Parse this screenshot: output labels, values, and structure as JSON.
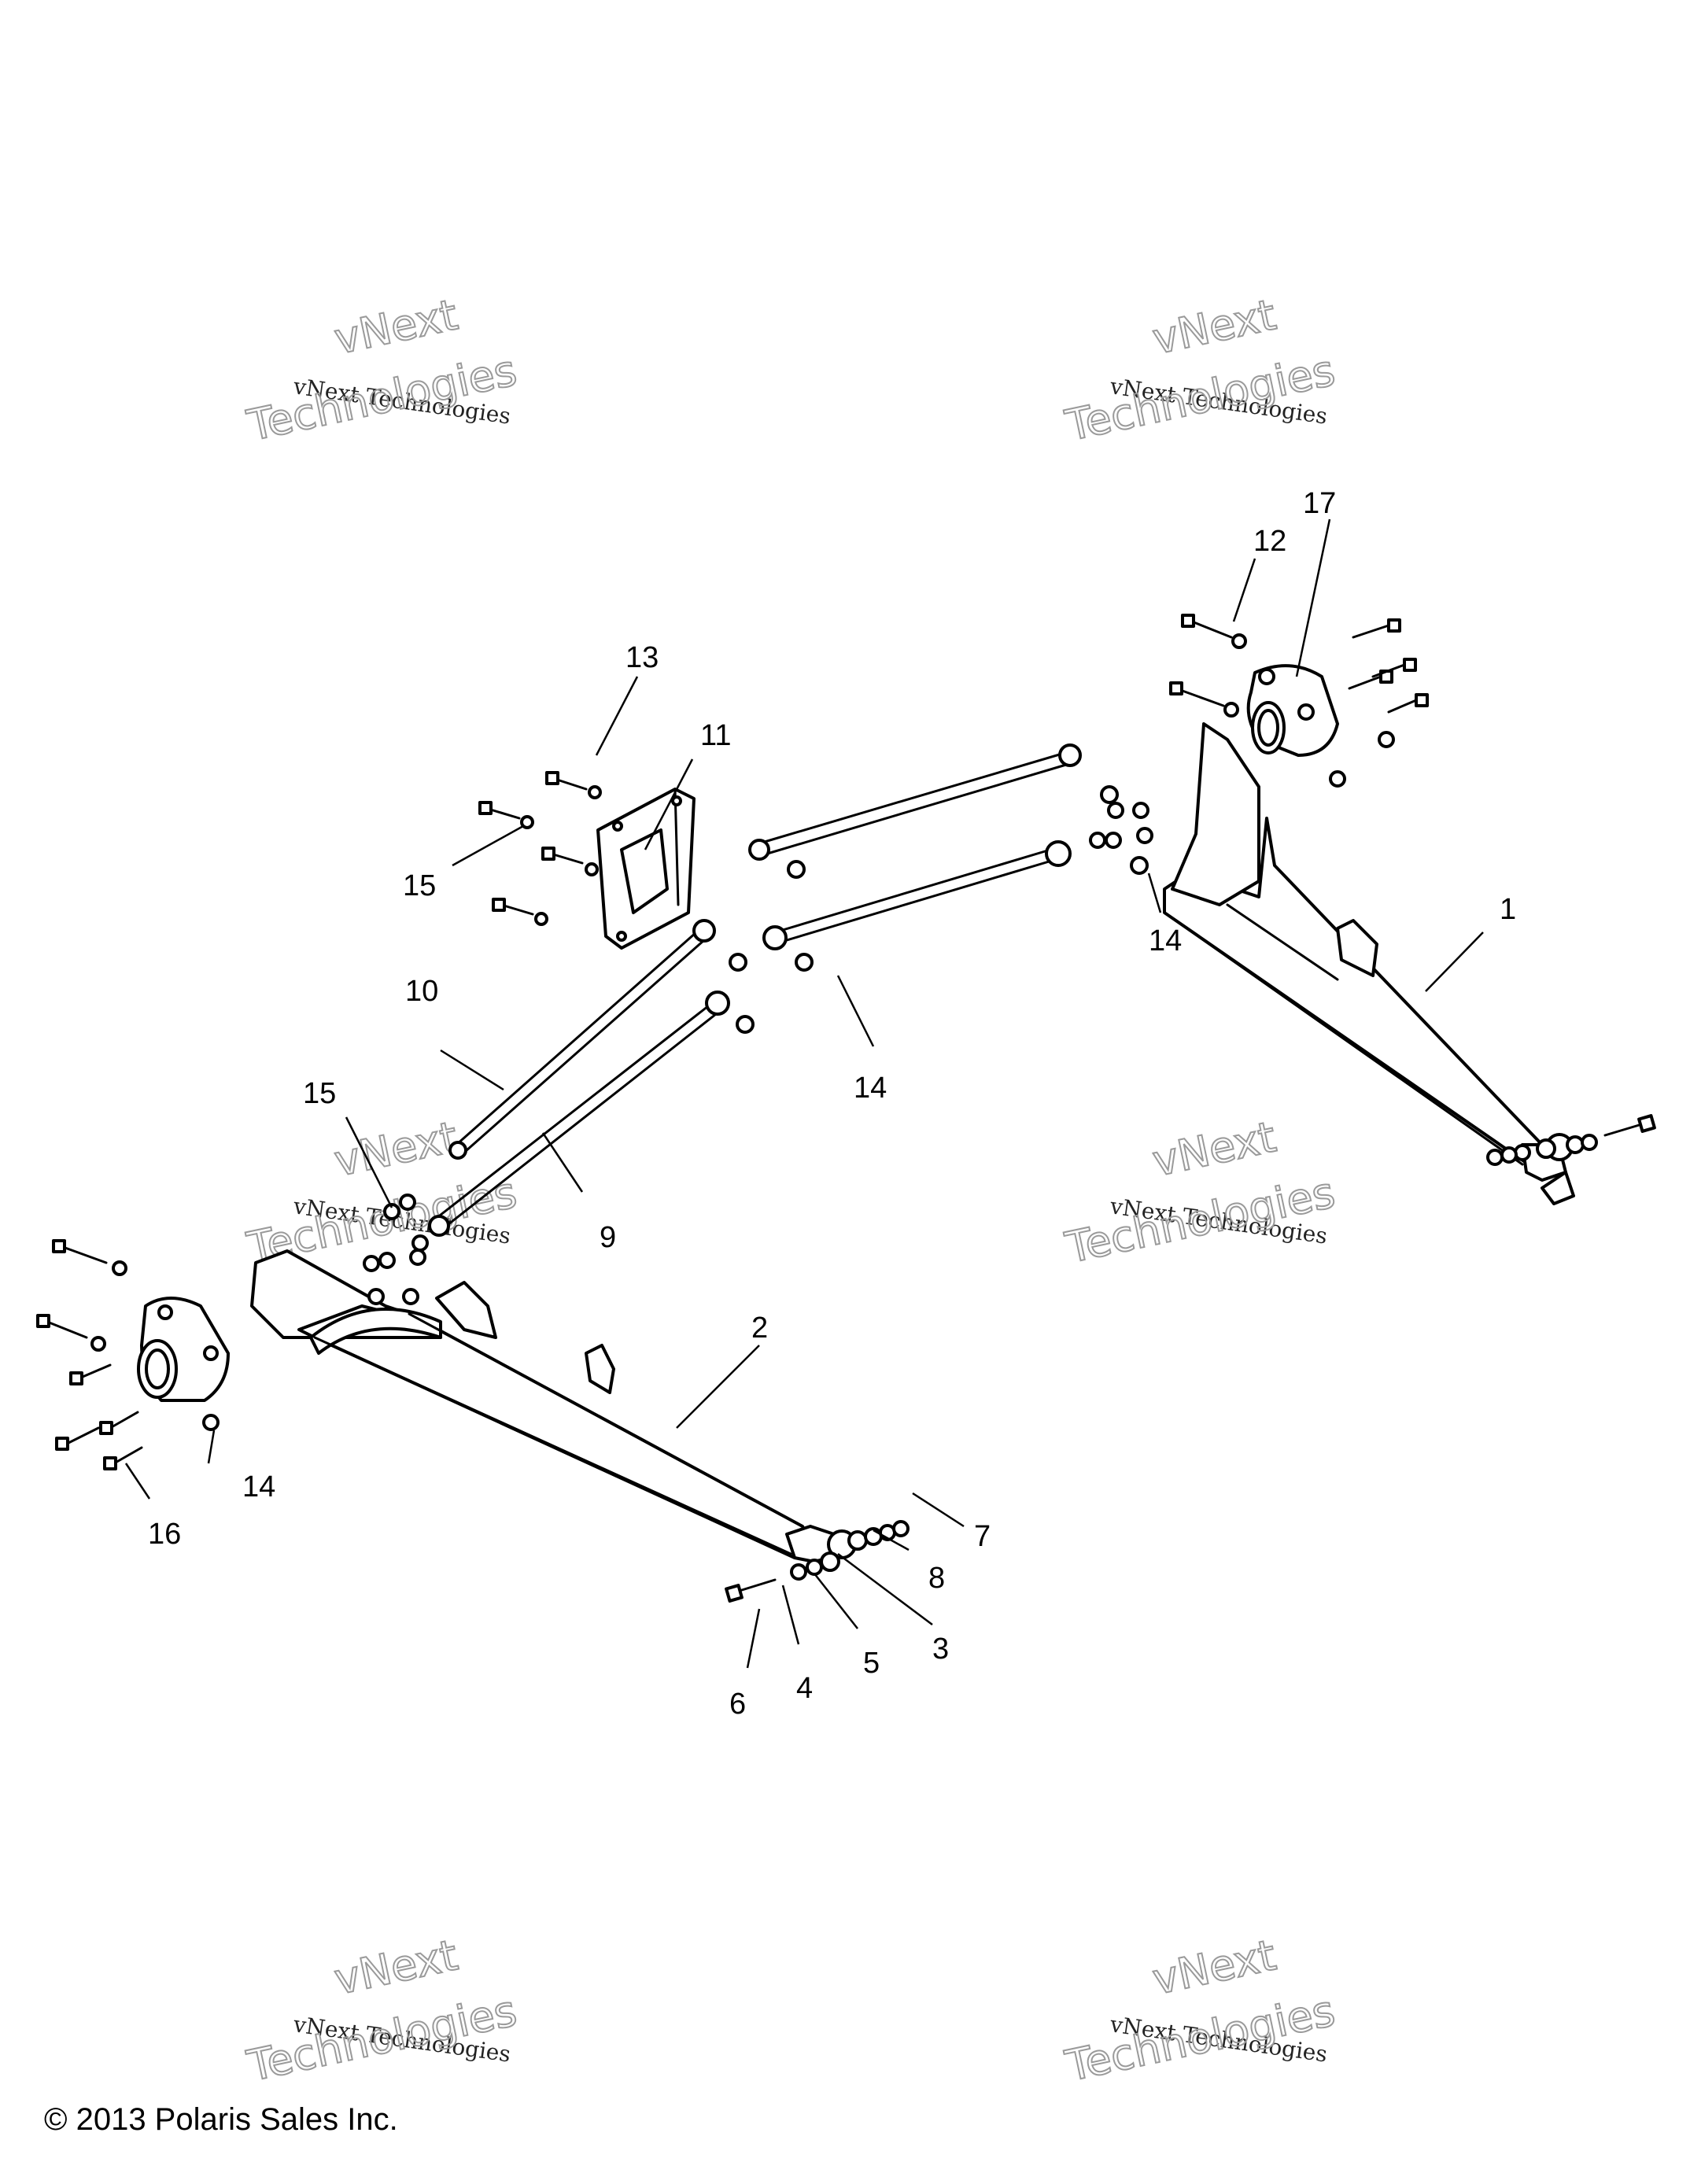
{
  "watermark": {
    "small": "vNext Technologies",
    "big_top": "vNext",
    "big_bottom": "Technologies"
  },
  "callouts": {
    "n1": "1",
    "n2": "2",
    "n3": "3",
    "n4": "4",
    "n5": "5",
    "n6": "6",
    "n7": "7",
    "n8": "8",
    "n9": "9",
    "n10": "10",
    "n11": "11",
    "n12": "12",
    "n13": "13",
    "n14": "14",
    "n15": "15",
    "n16": "16",
    "n17": "17"
  },
  "copyright": "© 2013 Polaris Sales Inc."
}
